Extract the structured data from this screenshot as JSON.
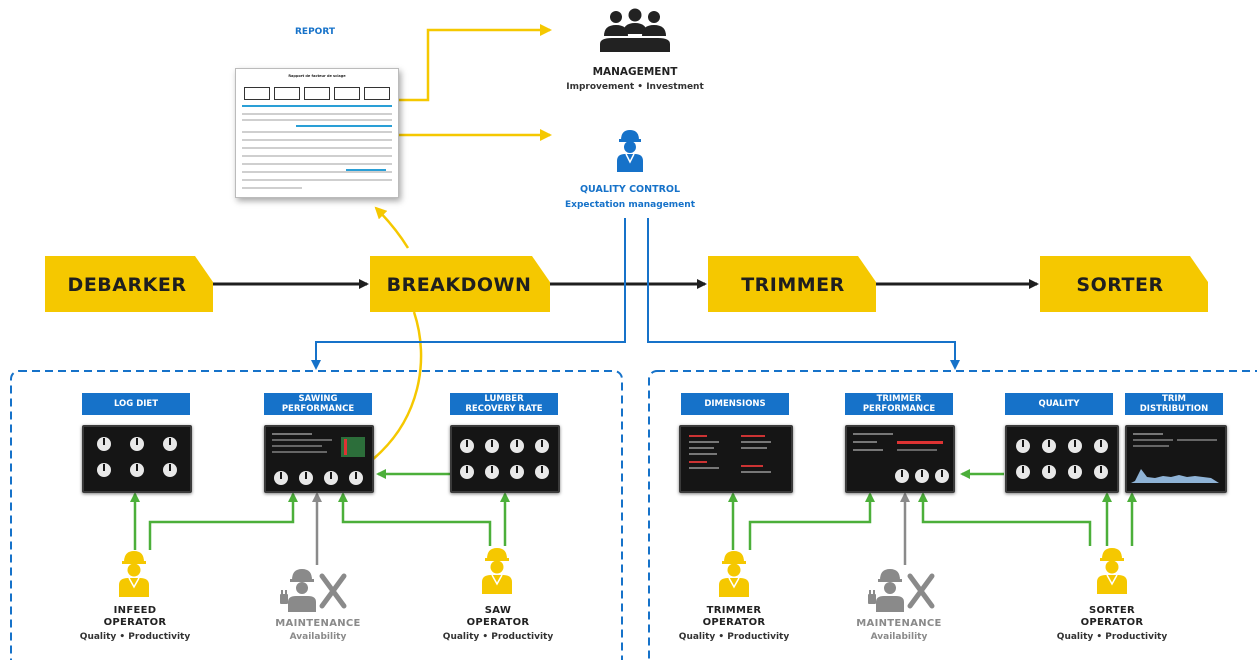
{
  "report": {
    "title": "REPORT",
    "doc_heading": "Rapport de facteur de sciage"
  },
  "management": {
    "title": "MANAGEMENT",
    "subtitle": "Improvement • Investment"
  },
  "quality_control": {
    "title": "QUALITY CONTROL",
    "subtitle": "Expectation management"
  },
  "stages": [
    "DEBARKER",
    "BREAKDOWN",
    "TRIMMER",
    "SORTER"
  ],
  "left_panel": {
    "tags": [
      "LOG DIET",
      "SAWING\nPERFORMANCE",
      "LUMBER\nRECOVERY RATE"
    ],
    "roles": [
      {
        "title": "INFEED\nOPERATOR",
        "subtitle": "Quality • Productivity"
      },
      {
        "title": "MAINTENANCE",
        "subtitle": "Availability"
      },
      {
        "title": "SAW\nOPERATOR",
        "subtitle": "Quality • Productivity"
      }
    ]
  },
  "right_panel": {
    "tags": [
      "DIMENSIONS",
      "TRIMMER\nPERFORMANCE",
      "QUALITY",
      "TRIM\nDISTRIBUTION"
    ],
    "roles": [
      {
        "title": "TRIMMER\nOPERATOR",
        "subtitle": "Quality • Productivity"
      },
      {
        "title": "MAINTENANCE",
        "subtitle": "Availability"
      },
      {
        "title": "SORTER\nOPERATOR",
        "subtitle": "Quality • Productivity"
      }
    ]
  },
  "colors": {
    "yellow": "#f5c800",
    "blue": "#1672c9",
    "green": "#4caf3a",
    "gray": "#8a8a8a",
    "dark": "#1f1f1f"
  },
  "icons": [
    "people-group-icon",
    "quality-worker-icon",
    "worker-icon",
    "maintenance-tools-icon"
  ]
}
